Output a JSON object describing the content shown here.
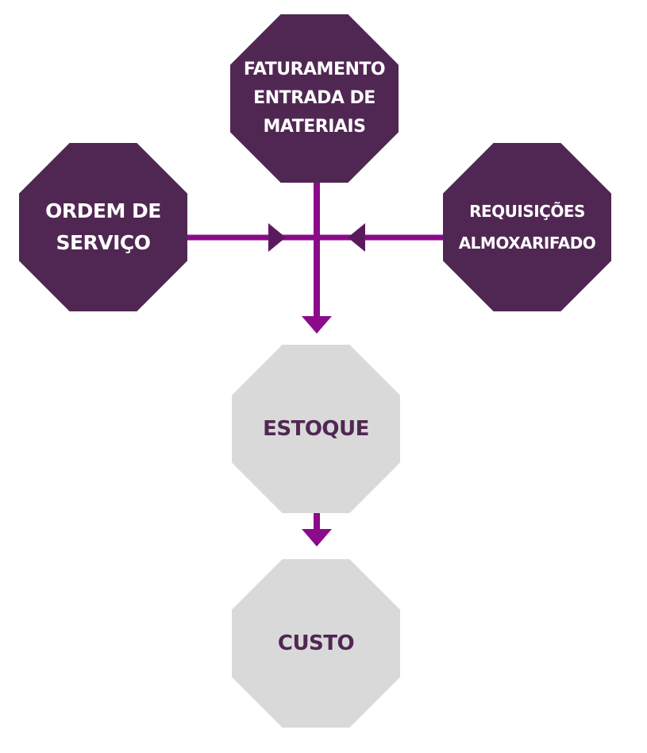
{
  "diagram": {
    "nodes": {
      "faturamento": {
        "label": "FATURAMENTO ENTRADA DE MATERIAIS"
      },
      "ordem": {
        "label": "ORDEM DE SERVIÇO"
      },
      "requisicoes": {
        "label": "REQUISIÇÕES ALMOXARIFADO"
      },
      "estoque": {
        "label": "ESTOQUE"
      },
      "custo": {
        "label": "CUSTO"
      }
    },
    "edges": [
      {
        "from": "ordem",
        "to": "estoque"
      },
      {
        "from": "faturamento",
        "to": "estoque"
      },
      {
        "from": "requisicoes",
        "to": "estoque"
      },
      {
        "from": "estoque",
        "to": "custo"
      }
    ],
    "colors": {
      "source_fill": "#502752",
      "target_fill": "#d9d9d9",
      "connector": "#8b0b8b",
      "target_text": "#502752"
    }
  }
}
